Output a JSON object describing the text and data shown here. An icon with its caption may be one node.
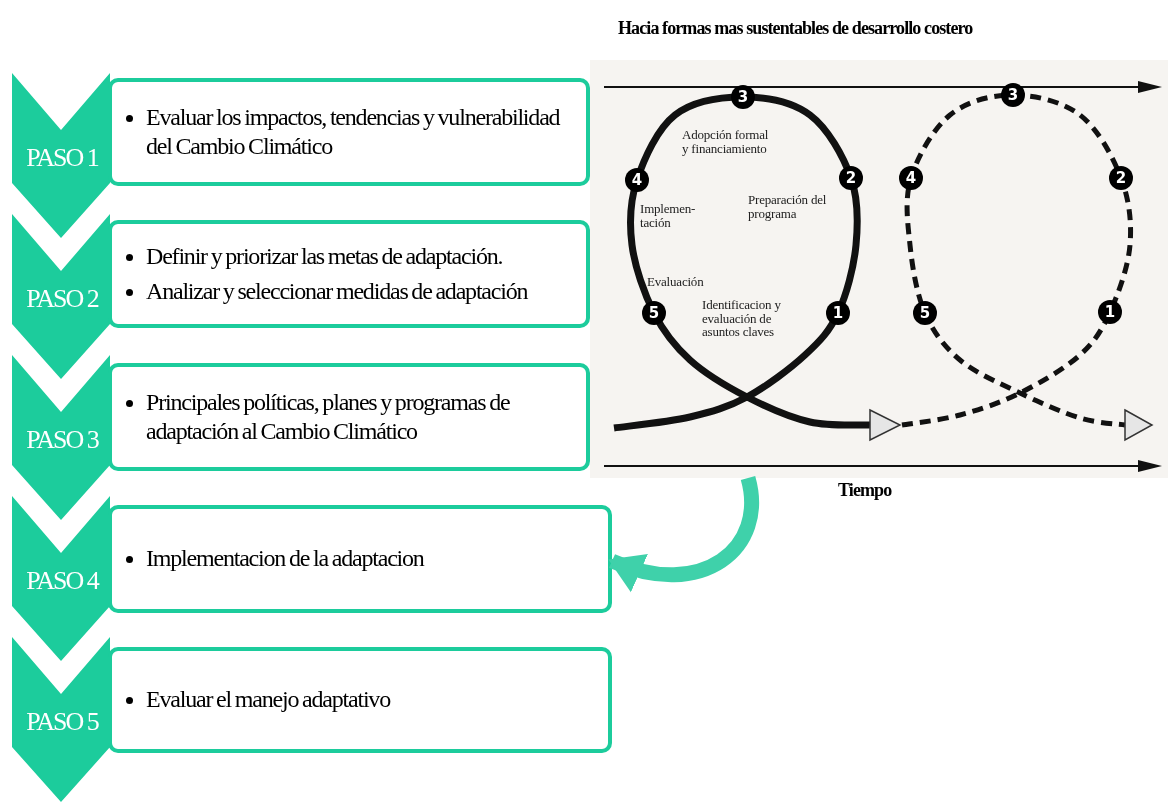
{
  "diagram": {
    "nodes": [
      {
        "text": [
          "PASO 1"
        ]
      },
      {
        "text": [
          "PASO 2"
        ]
      },
      {
        "text": [
          "PASO 3"
        ]
      },
      {
        "text": [
          "PASO 4"
        ]
      },
      {
        "text": [
          "PASO 5"
        ]
      },
      {
        "text": [
          "Evaluar los impactos, tendencias y vulnerabilidad del Cambio Climático"
        ]
      },
      {
        "text": [
          "Definir y priorizar las metas de adaptación.",
          "Analizar y seleccionar medidas de adaptación"
        ]
      },
      {
        "text": [
          "Principales políticas, planes y programas de adaptación al Cambio Climático"
        ]
      },
      {
        "text": [
          "Implementacion de la adaptacion"
        ]
      },
      {
        "text": [
          "Evaluar el manejo adaptativo"
        ]
      },
      {
        "text": [
          "Hacia formas mas sustentables de desarrollo costero",
          "Tiempo"
        ]
      },
      {
        "text": [
          "3"
        ],
        "in": 10
      },
      {
        "text": [
          "4"
        ],
        "in": 10
      },
      {
        "text": [
          "2"
        ],
        "in": 10
      },
      {
        "text": [
          "5"
        ],
        "in": 10
      },
      {
        "text": [
          "1"
        ],
        "in": 10
      },
      {
        "text": [
          "3"
        ],
        "in": 10
      },
      {
        "text": [
          "4"
        ],
        "in": 10
      },
      {
        "text": [
          "2"
        ],
        "in": 10
      },
      {
        "text": [
          "5"
        ],
        "in": 10
      },
      {
        "text": [
          "1"
        ],
        "in": 10
      }
    ],
    "edges": [
      {
        "from": 10,
        "to": 8,
        "arrow": "to"
      }
    ],
    "labels": [
      "Adopción formal y financiamiento",
      "Implemen- tación",
      "Preparación del programa",
      "Evaluación",
      "Identificacion y evaluación de asuntos claves"
    ]
  }
}
